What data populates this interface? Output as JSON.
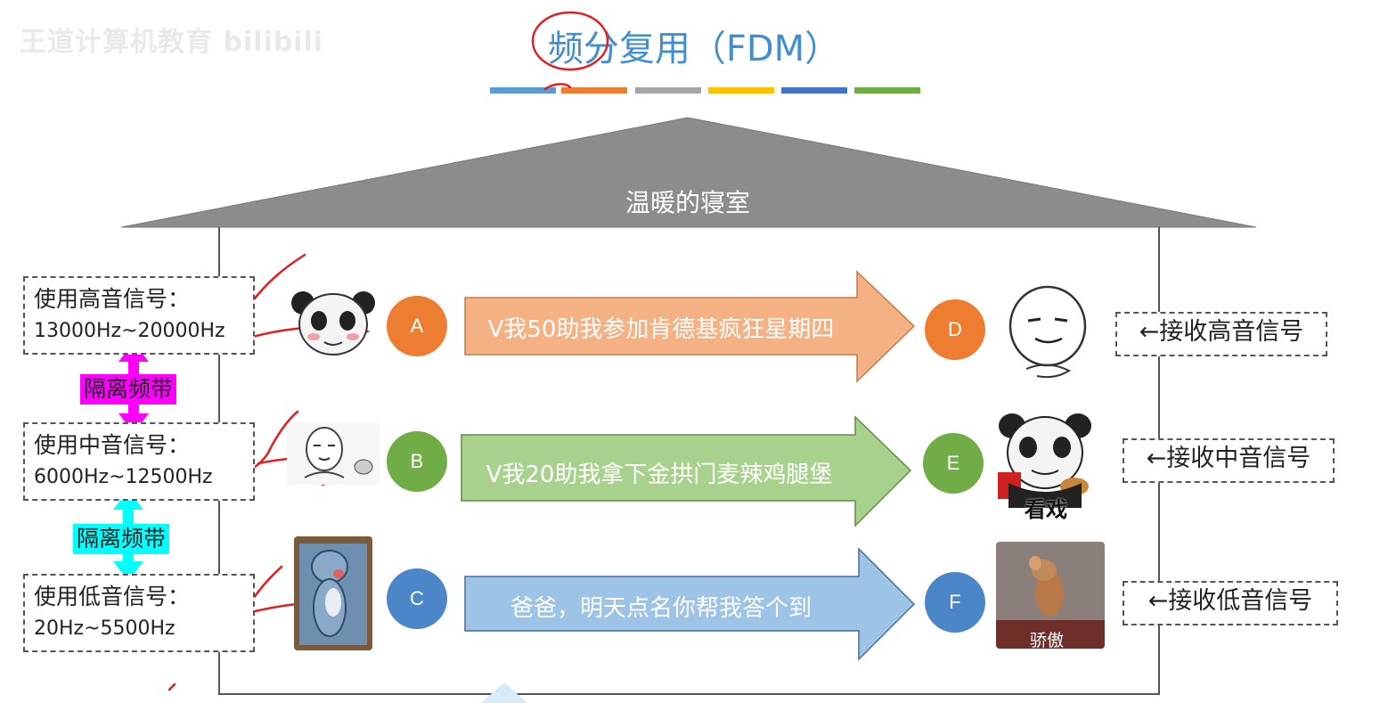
{
  "watermark": "王道计算机教育 bilibili",
  "title": "频分复用（FDM）",
  "title_bar_colors": [
    "#5b9bd5",
    "#ed7d31",
    "#a5a5a5",
    "#ffc000",
    "#4472c4",
    "#70ad47"
  ],
  "roof_label": "温暖的寝室",
  "senders": [
    {
      "line1": "使用高音信号：",
      "line2": "13000Hz~20000Hz"
    },
    {
      "line1": "使用中音信号：",
      "line2": "6000Hz~12500Hz"
    },
    {
      "line1": "使用低音信号：",
      "line2": "20Hz~5500Hz"
    }
  ],
  "guard_bands": [
    {
      "label": "隔离频带",
      "color": "#ff00ff"
    },
    {
      "label": "隔离频带",
      "color": "#00ffff"
    }
  ],
  "channels": [
    {
      "from": "A",
      "to": "D",
      "from_color": "#ed7d31",
      "to_color": "#ed7d31",
      "arrow_color": "#f4b183",
      "message": "V我50助我参加肯德基疯狂星期四"
    },
    {
      "from": "B",
      "to": "E",
      "from_color": "#70ad47",
      "to_color": "#70ad47",
      "arrow_color": "#a9d18e",
      "message": "V我20助我拿下金拱门麦辣鸡腿堡"
    },
    {
      "from": "C",
      "to": "F",
      "from_color": "#4a86c8",
      "to_color": "#4a86c8",
      "arrow_color": "#9dc3e6",
      "message": "爸爸，明天点名你帮我答个到"
    }
  ],
  "receivers": [
    "←接收高音信号",
    "←接收中音信号",
    "←接收低音信号"
  ],
  "meme_captions": {
    "e": "看戏",
    "f": "骄傲"
  }
}
